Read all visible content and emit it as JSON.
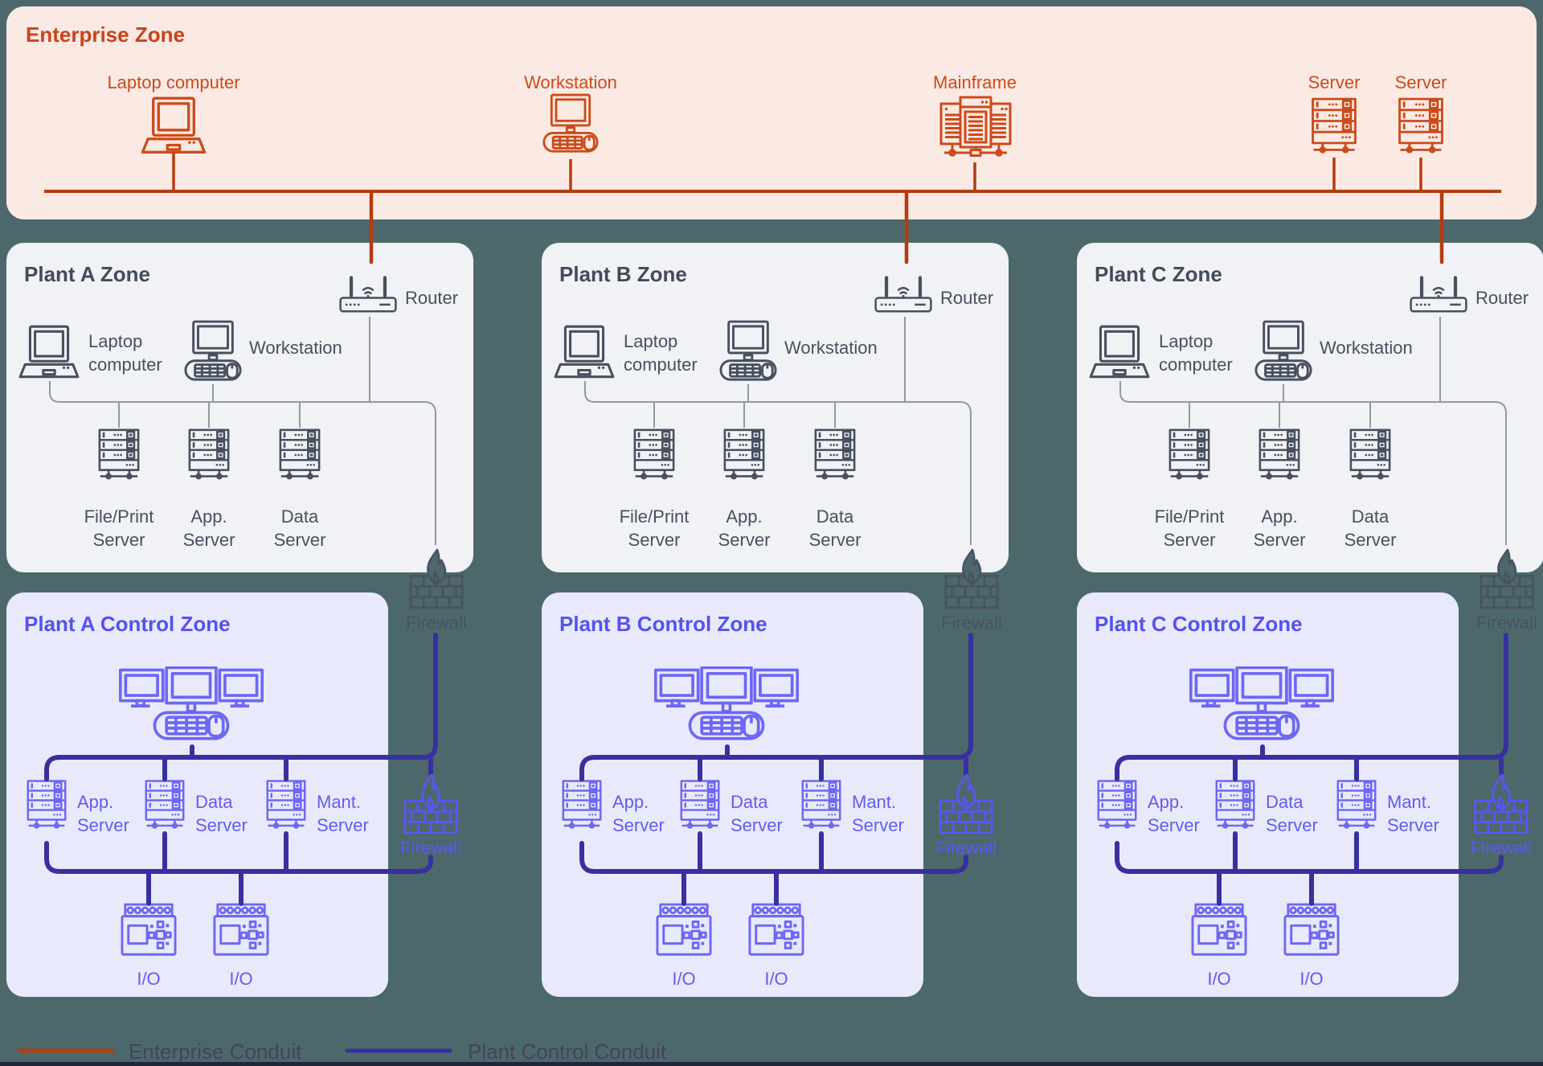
{
  "colors": {
    "background": "#4C686B",
    "enterprise_bg": "#FBE9E3",
    "enterprise_accent": "#CB4B1B",
    "enterprise_conduit": "#B33C10",
    "plant_bg": "#F1F2F5",
    "plant_accent": "#47505F",
    "plant_thin_line": "#9298A2",
    "control_bg": "#E8EAFB",
    "control_title": "#5652EC",
    "control_accent": "#6E67F4",
    "plant_control_conduit": "#37309E"
  },
  "enterprise": {
    "title": "Enterprise Zone",
    "devices": [
      {
        "icon": "laptop-icon",
        "label": "Laptop computer"
      },
      {
        "icon": "workstation-icon",
        "label": "Workstation"
      },
      {
        "icon": "mainframe-icon",
        "label": "Mainframe"
      },
      {
        "icon": "server-icon",
        "label": "Server"
      },
      {
        "icon": "server-icon",
        "label": "Server"
      }
    ]
  },
  "plants": [
    {
      "zone_title": "Plant A Zone",
      "control_title": "Plant A Control Zone"
    },
    {
      "zone_title": "Plant B Zone",
      "control_title": "Plant B Control Zone"
    },
    {
      "zone_title": "Plant C Zone",
      "control_title": "Plant C Control Zone"
    }
  ],
  "plant_zone": {
    "router": "Router",
    "laptop": "Laptop computer",
    "workstation": "Workstation",
    "servers": [
      "File/Print\nServer",
      "App.\nServer",
      "Data\nServer"
    ]
  },
  "control_zone": {
    "servers": [
      "App.\nServer",
      "Data\nServer",
      "Mant.\nServer"
    ],
    "io": [
      "I/O",
      "I/O"
    ]
  },
  "firewall": {
    "label": "Firewall"
  },
  "legend": {
    "enterprise_label": "Enterprise Conduit",
    "plant_label": "Plant Control Conduit"
  }
}
